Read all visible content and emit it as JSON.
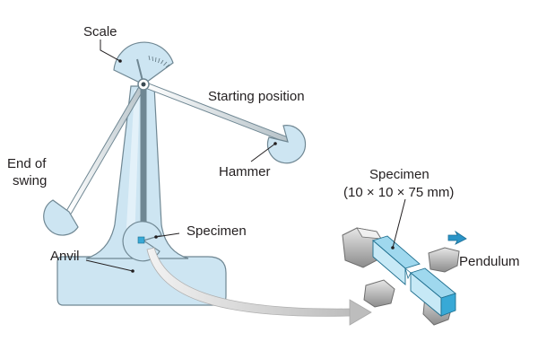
{
  "labels": {
    "scale": "Scale",
    "starting_position": "Starting position",
    "end_of_swing_line1": "End of",
    "end_of_swing_line2": "swing",
    "hammer": "Hammer",
    "specimen": "Specimen",
    "anvil": "Anvil",
    "specimen_detail_title": "Specimen",
    "specimen_detail_dims": "(10 × 10 × 75 mm)",
    "pendulum": "Pendulum"
  },
  "colors": {
    "frame_fill": "#cde5f2",
    "frame_stroke": "#6f8793",
    "specimen_blue": "#9fd8ee",
    "specimen_dark_face": "#38a9d6",
    "arrow_gray": "#cfcfcf",
    "pendulum_arrow": "#2a94c7"
  }
}
